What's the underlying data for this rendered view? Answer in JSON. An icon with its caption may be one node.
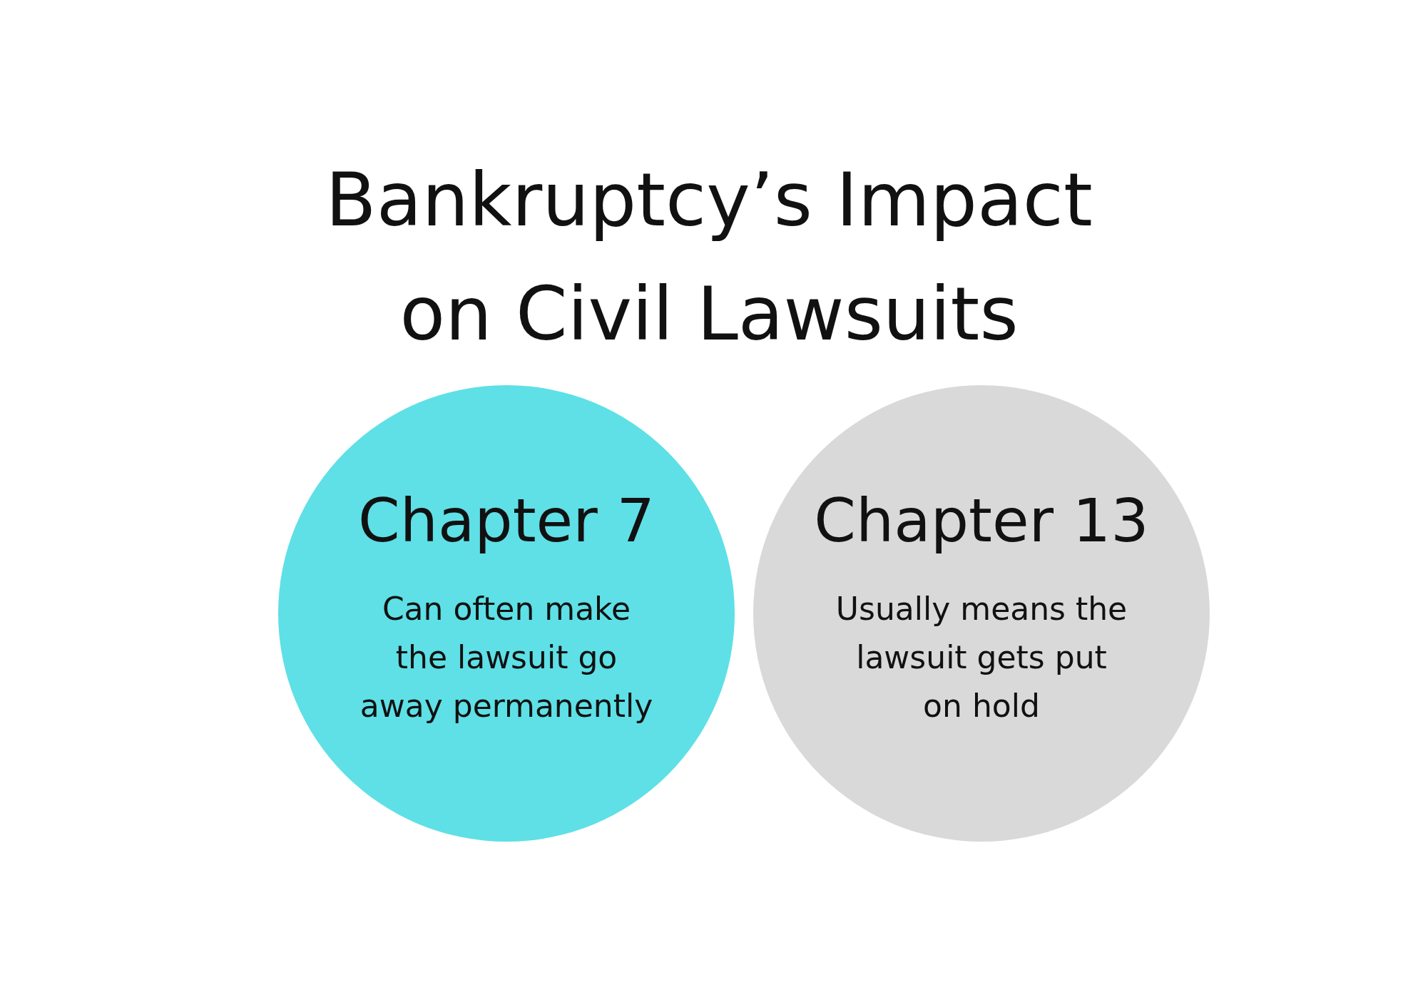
{
  "diagram": {
    "title": "Bankruptcy’s Impact on Civil Lawsuits",
    "nodes": [
      {
        "text": [
          "Chapter 7",
          "Can often make the lawsuit go away permanently"
        ]
      },
      {
        "text": [
          "Chapter 13",
          "Usually means the lawsuit gets put on hold"
        ]
      }
    ]
  }
}
